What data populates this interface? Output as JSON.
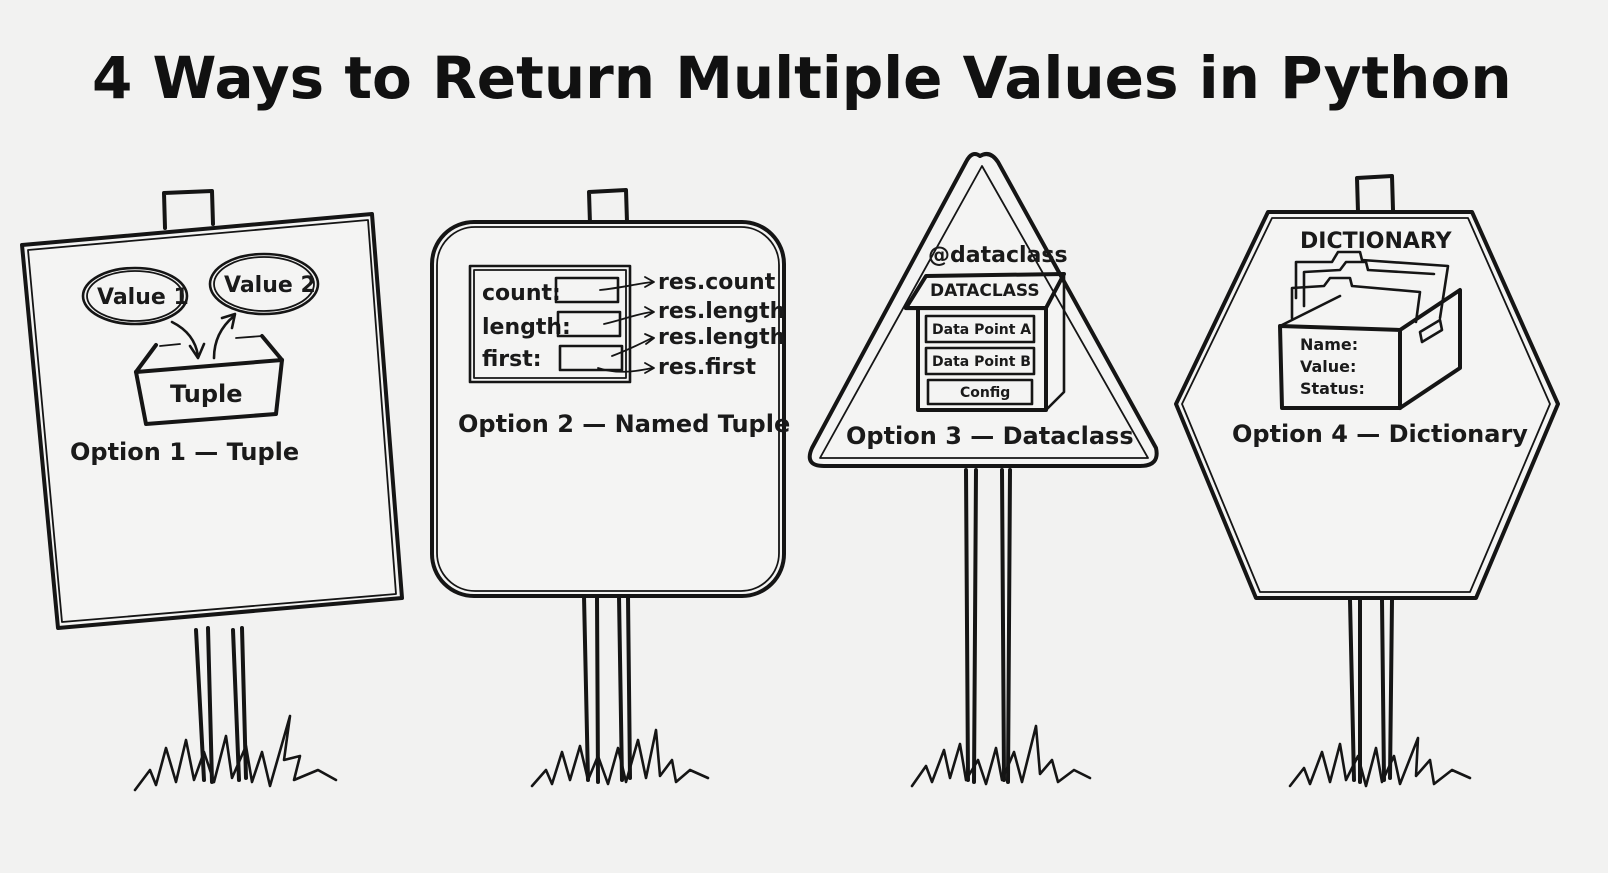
{
  "title": "4 Ways to Return Multiple Values in Python",
  "signs": {
    "tuple": {
      "value1": "Value 1",
      "value2": "Value 2",
      "box_label": "Tuple",
      "caption": "Option 1 — Tuple"
    },
    "namedtuple": {
      "fields": [
        "count:",
        "length:",
        "first:"
      ],
      "targets": [
        "res.count",
        "res.length",
        "res.length",
        "res.first"
      ],
      "caption": "Option 2 — Named Tuple"
    },
    "dataclass": {
      "decorator": "@dataclass",
      "roof_label": "DATACLASS",
      "rows": [
        "Data Point A",
        "Data Point B",
        "Config"
      ],
      "caption": "Option 3 — Dataclass"
    },
    "dictionary": {
      "heading": "DICTIONARY",
      "keys": [
        "Name:",
        "Value:",
        "Status:"
      ],
      "caption": "Option 4 — Dictionary"
    }
  },
  "colors": {
    "ink": "#151515",
    "paper": "#f2f2f1"
  }
}
